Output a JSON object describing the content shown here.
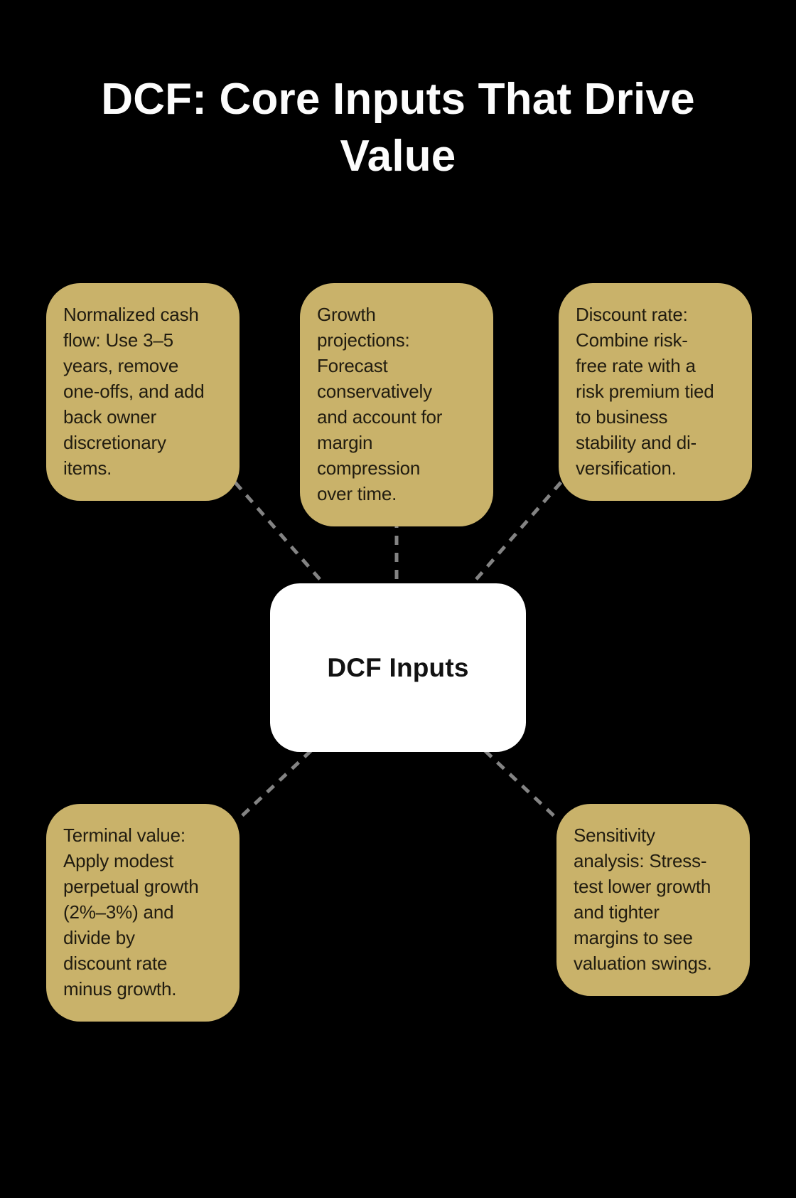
{
  "title": "DCF: Core Inputs That Drive\nValue",
  "center": {
    "label": "DCF Inputs"
  },
  "nodes": [
    {
      "id": "normalized-cash-flow",
      "text": "Normalized cash\nflow: Use 3–5\nyears, remove\none-offs, and add\nback owner\ndiscretionary\nitems."
    },
    {
      "id": "growth-projections",
      "text": "Growth\nprojections:\nForecast\nconservatively\nand account for\nmargin\ncompression\nover time."
    },
    {
      "id": "discount-rate",
      "text": "Discount rate:\nCombine risk-\nfree rate with a\nrisk premium tied\nto business\nstability and di-\nversification."
    },
    {
      "id": "terminal-value",
      "text": "Terminal value:\nApply modest\nperpetual growth\n(2%–3%) and\ndivide by\ndiscount rate\nminus growth."
    },
    {
      "id": "sensitivity-analysis",
      "text": "Sensitivity\nanalysis: Stress-\ntest lower growth\nand tighter\nmargins to see\nvaluation swings."
    }
  ],
  "colors": {
    "background": "#000000",
    "node_fill": "#c9b26a",
    "node_text": "#211c10",
    "center_fill": "#ffffff",
    "center_text": "#121212",
    "title_text": "#fcfcfc",
    "connector": "#838383"
  }
}
